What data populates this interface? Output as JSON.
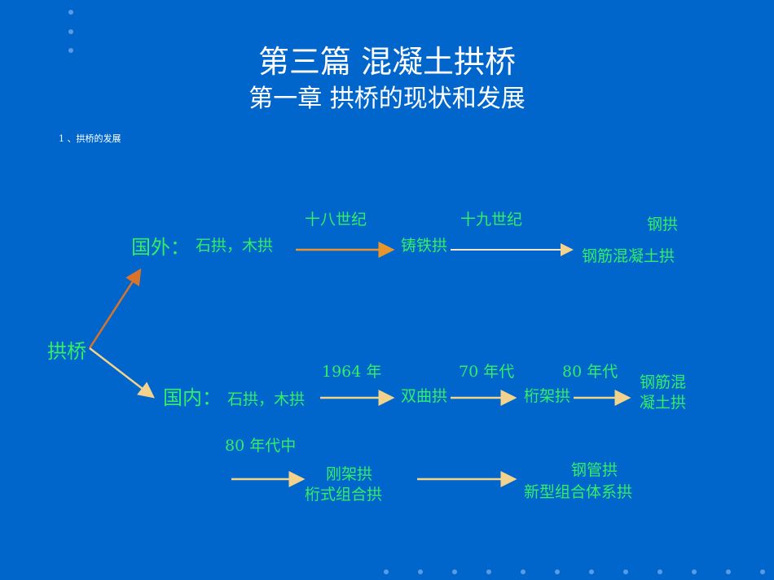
{
  "title": {
    "main": "第三篇  混凝土拱桥",
    "sub": "第一章  拱桥的现状和发展"
  },
  "section": "1 、拱桥的发展",
  "root": "拱桥",
  "foreign": {
    "label": "国外：",
    "start": "石拱，木拱",
    "e1": "十八世纪",
    "n1": "铸铁拱",
    "e2": "十九世纪",
    "n2a": "钢拱",
    "n2b": "钢筋混凝土拱"
  },
  "domestic": {
    "label": "国内：",
    "start": "石拱，木拱",
    "e1": "1964 年",
    "n1": "双曲拱",
    "e2": "70 年代",
    "n2": "桁架拱",
    "e3": "80 年代",
    "n3a": "钢筋混",
    "n3b": "凝土拱",
    "e4": "80 年代中",
    "n4a": "刚架拱",
    "n4b": "桁式组合拱",
    "n5a": "钢管拱",
    "n5b": "新型组合体系拱"
  },
  "colors": {
    "bg": "#0066CC",
    "text": "#33EE66",
    "arrow_orange": "#E8962C",
    "arrow_cream": "#F2D28C",
    "arrow_up": "#D8742A"
  }
}
